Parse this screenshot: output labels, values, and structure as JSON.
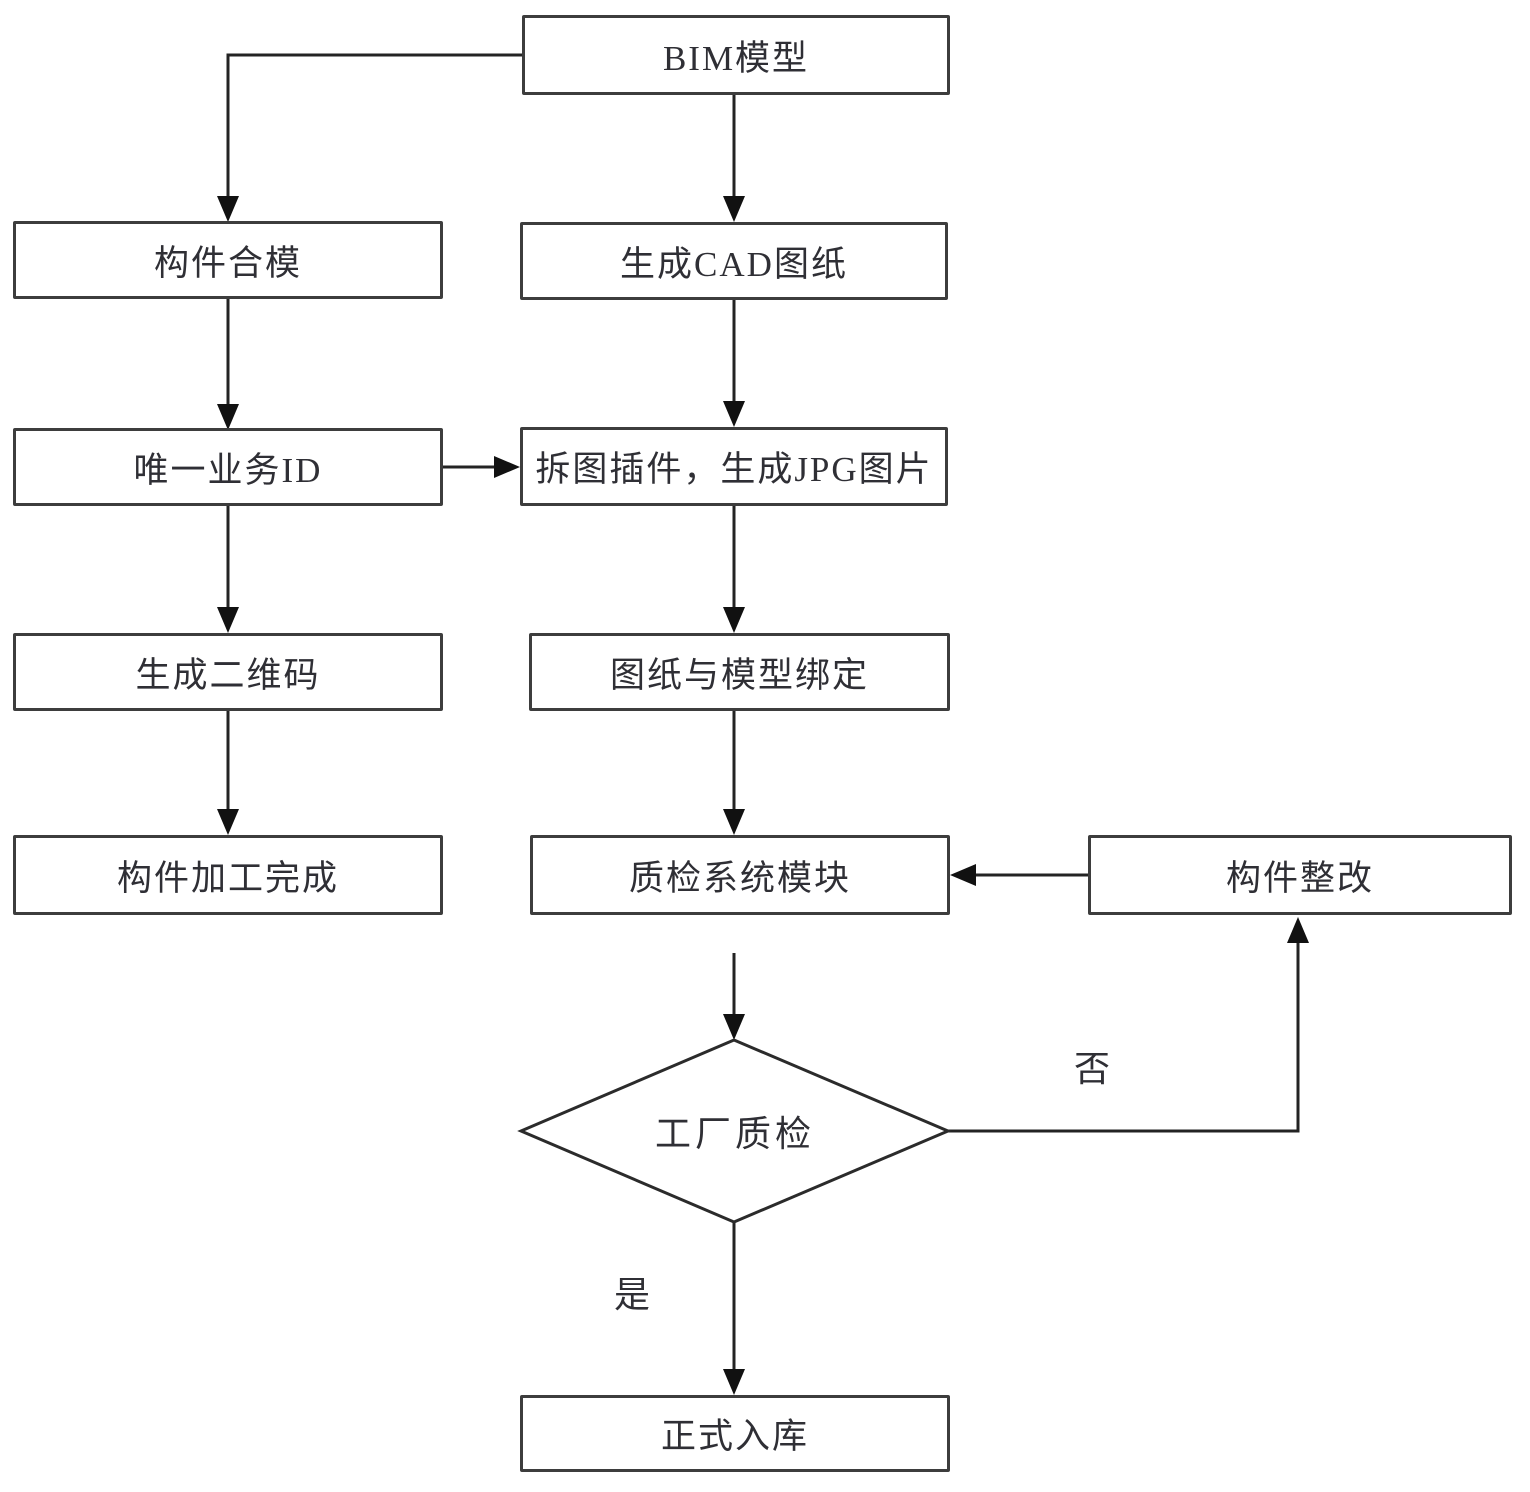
{
  "nodes": {
    "bim_model": {
      "label": "BIM模型"
    },
    "component_molding": {
      "label": "构件合模"
    },
    "generate_cad_drawing": {
      "label": "生成CAD图纸"
    },
    "unique_business_id": {
      "label": "唯一业务ID"
    },
    "split_plugin_jpg": {
      "label": "拆图插件，生成JPG图片"
    },
    "generate_qr_code": {
      "label": "生成二维码"
    },
    "drawing_model_binding": {
      "label": "图纸与模型绑定"
    },
    "component_processing_done": {
      "label": "构件加工完成"
    },
    "qc_system_module": {
      "label": "质检系统模块"
    },
    "component_rectification": {
      "label": "构件整改"
    },
    "factory_qc": {
      "label": "工厂质检"
    },
    "formal_warehousing": {
      "label": "正式入库"
    }
  },
  "edge_labels": {
    "no": "否",
    "yes": "是"
  },
  "colors": {
    "line": "#232323",
    "box_border": "#3d3d3d",
    "background": "#ffffff",
    "text": "#2f2f35"
  }
}
